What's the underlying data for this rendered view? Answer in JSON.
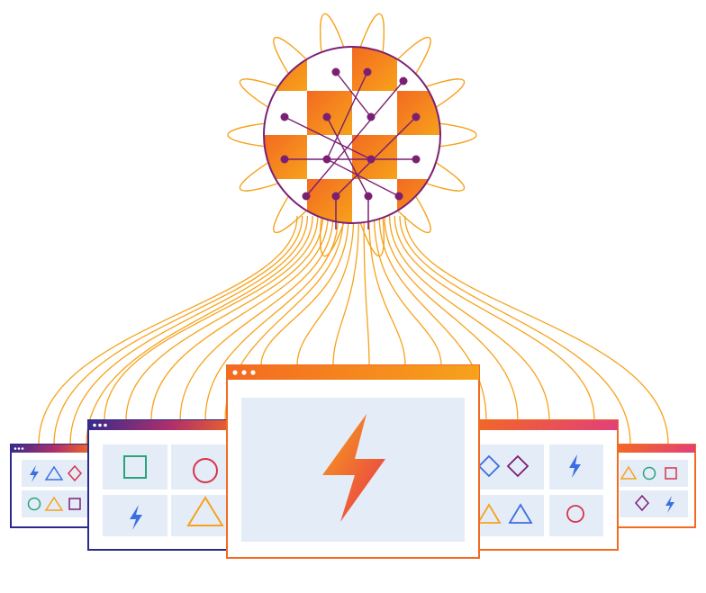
{
  "colors": {
    "orange": "#f7a21b",
    "deep_orange": "#f36a21",
    "red_orange": "#e84e2b",
    "purple": "#7b1f73",
    "navy": "#2a2a8c",
    "panel": "#e4ecf8",
    "blue": "#3b6fe0",
    "green": "#2aa37a",
    "crimson": "#d8344a"
  },
  "globe": {
    "icon": "globe-network-icon"
  },
  "windows": [
    {
      "id": "far-left",
      "icon": "browser-window-icon",
      "shapes": [
        "bolt-icon",
        "triangle-icon",
        "diamond-icon",
        "circle-icon",
        "triangle-icon",
        "square-icon"
      ]
    },
    {
      "id": "mid-left",
      "icon": "browser-window-icon",
      "shapes": [
        "square-icon",
        "circle-icon",
        "bolt-icon",
        "triangle-icon"
      ]
    },
    {
      "id": "center",
      "icon": "browser-window-icon",
      "shapes": [
        "bolt-icon"
      ]
    },
    {
      "id": "mid-right",
      "icon": "browser-window-icon",
      "shapes": [
        "diamond-icon",
        "diamond-icon",
        "bolt-icon",
        "triangle-icon",
        "triangle-icon",
        "circle-icon"
      ]
    },
    {
      "id": "far-right",
      "icon": "browser-window-icon",
      "shapes": [
        "triangle-icon",
        "circle-icon",
        "square-icon",
        "diamond-icon",
        "bolt-icon"
      ]
    }
  ]
}
